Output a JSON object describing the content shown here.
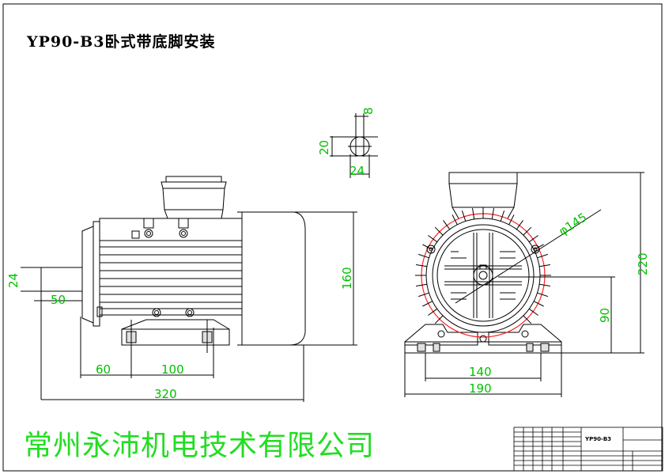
{
  "title": "YP90-B3卧式带底脚安装",
  "company": "常州永沛机电技术有限公司",
  "title_block": {
    "code": "YP90-B3"
  },
  "dimensions": {
    "key_width": "8",
    "key_height": "20",
    "key_shaft": "24",
    "shaft_diameter": "24",
    "shaft_length": "50",
    "overall_height": "160",
    "foot_to_shaft_end": "60",
    "foot_spacing": "100",
    "overall_length": "320",
    "flange_diameter": "φ145",
    "total_height": "220",
    "center_height": "90",
    "foot_hole_spacing": "140",
    "base_width": "190"
  },
  "colors": {
    "line": "#000000",
    "dimension_text": "#00c000",
    "company": "#22dd22",
    "fin_highlight": "#ff2222"
  }
}
